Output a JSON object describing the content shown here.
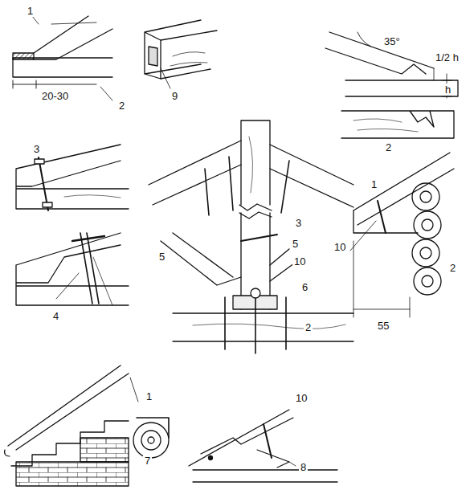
{
  "diagram": {
    "labels": [
      "1",
      "20-30",
      "2",
      "9",
      "35°",
      "1/2 h",
      "h",
      "2",
      "3",
      "4",
      "3",
      "5",
      "10",
      "6",
      "2",
      "5",
      "1",
      "10",
      "2",
      "55",
      "1",
      "7",
      "10",
      "8"
    ]
  }
}
